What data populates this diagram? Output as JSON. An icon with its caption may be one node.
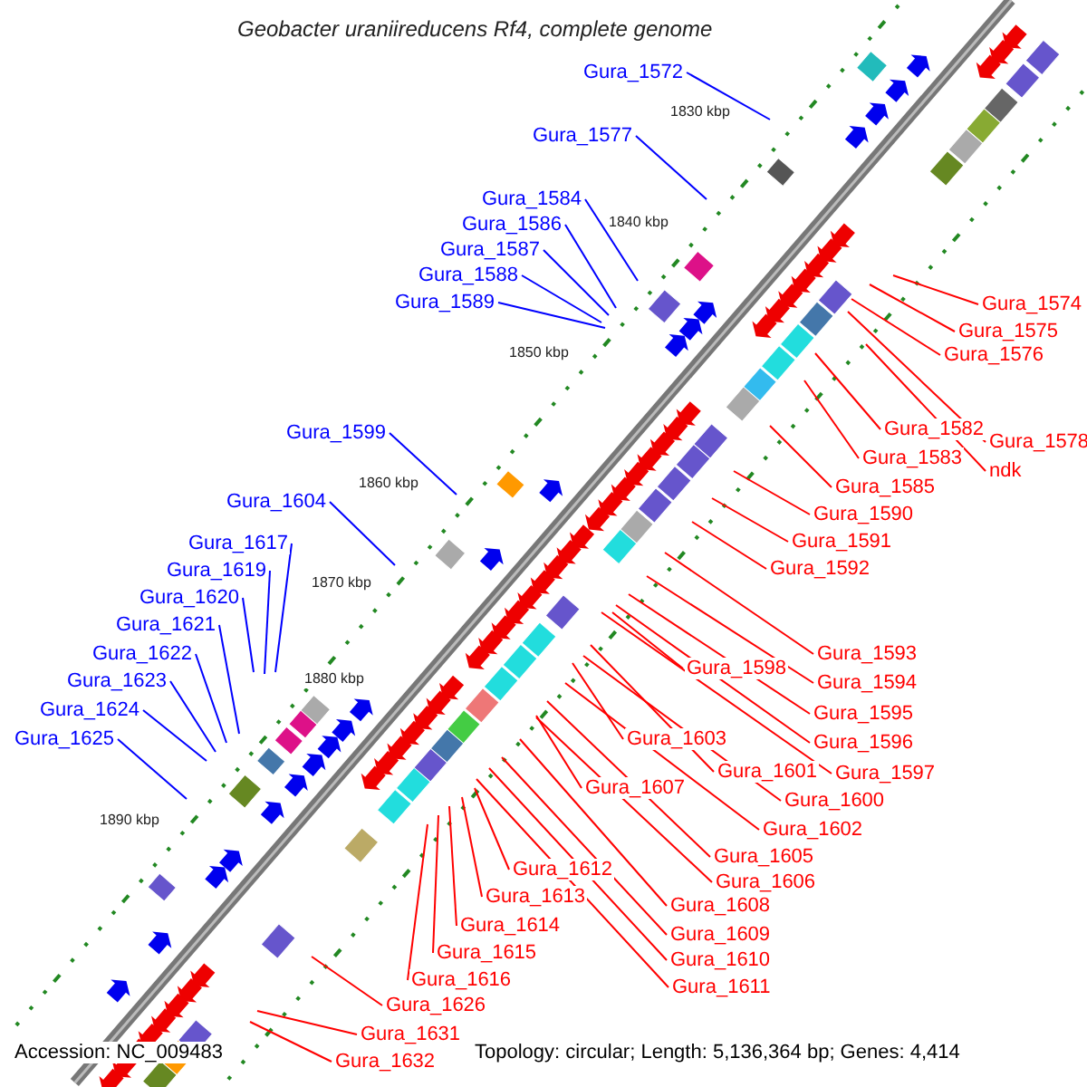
{
  "diagram": {
    "title": "Geobacter uraniireducens Rf4, complete genome",
    "nodes": [
      {
        "text": [
          "Gura_1572"
        ]
      },
      {
        "text": [
          "Gura_1577"
        ]
      },
      {
        "text": [
          "Gura_1584"
        ]
      },
      {
        "text": [
          "Gura_1586"
        ]
      },
      {
        "text": [
          "Gura_1587"
        ]
      },
      {
        "text": [
          "Gura_1588"
        ]
      },
      {
        "text": [
          "Gura_1589"
        ]
      },
      {
        "text": [
          "Gura_1599"
        ]
      },
      {
        "text": [
          "Gura_1604"
        ]
      },
      {
        "text": [
          "Gura_1617"
        ]
      },
      {
        "text": [
          "Gura_1619"
        ]
      },
      {
        "text": [
          "Gura_1620"
        ]
      },
      {
        "text": [
          "Gura_1621"
        ]
      },
      {
        "text": [
          "Gura_1622"
        ]
      },
      {
        "text": [
          "Gura_1623"
        ]
      },
      {
        "text": [
          "Gura_1624"
        ]
      },
      {
        "text": [
          "Gura_1625"
        ]
      },
      {
        "text": [
          "Gura_1574"
        ]
      },
      {
        "text": [
          "Gura_1575"
        ]
      },
      {
        "text": [
          "Gura_1576"
        ]
      },
      {
        "text": [
          "Gura_1582"
        ]
      },
      {
        "text": [
          "Gura_1578"
        ]
      },
      {
        "text": [
          "Gura_1583"
        ]
      },
      {
        "text": [
          "ndk"
        ]
      },
      {
        "text": [
          "Gura_1585"
        ]
      },
      {
        "text": [
          "Gura_1590"
        ]
      },
      {
        "text": [
          "Gura_1591"
        ]
      },
      {
        "text": [
          "Gura_1592"
        ]
      },
      {
        "text": [
          "Gura_1593"
        ]
      },
      {
        "text": [
          "Gura_1598"
        ]
      },
      {
        "text": [
          "Gura_1594"
        ]
      },
      {
        "text": [
          "Gura_1595"
        ]
      },
      {
        "text": [
          "Gura_1603"
        ]
      },
      {
        "text": [
          "Gura_1596"
        ]
      },
      {
        "text": [
          "Gura_1601"
        ]
      },
      {
        "text": [
          "Gura_1597"
        ]
      },
      {
        "text": [
          "Gura_1607"
        ]
      },
      {
        "text": [
          "Gura_1600"
        ]
      },
      {
        "text": [
          "Gura_1602"
        ]
      },
      {
        "text": [
          "Gura_1605"
        ]
      },
      {
        "text": [
          "Gura_1606"
        ]
      },
      {
        "text": [
          "Gura_1612"
        ]
      },
      {
        "text": [
          "Gura_1613"
        ]
      },
      {
        "text": [
          "Gura_1608"
        ]
      },
      {
        "text": [
          "Gura_1614"
        ]
      },
      {
        "text": [
          "Gura_1609"
        ]
      },
      {
        "text": [
          "Gura_1615"
        ]
      },
      {
        "text": [
          "Gura_1610"
        ]
      },
      {
        "text": [
          "Gura_1616"
        ]
      },
      {
        "text": [
          "Gura_1611"
        ]
      },
      {
        "text": [
          "Gura_1626"
        ]
      },
      {
        "text": [
          "Gura_1631"
        ]
      },
      {
        "text": [
          "Gura_1632"
        ]
      }
    ],
    "edges": [
      {
        "from": 0,
        "to": null,
        "arrow": "none",
        "color": "#0000ff"
      },
      {
        "from": 1,
        "to": null,
        "arrow": "none",
        "color": "#0000ff"
      },
      {
        "from": 2,
        "to": null,
        "arrow": "none",
        "color": "#0000ff"
      },
      {
        "from": 3,
        "to": null,
        "arrow": "none",
        "color": "#0000ff"
      },
      {
        "from": 4,
        "to": null,
        "arrow": "none",
        "color": "#0000ff"
      },
      {
        "from": 5,
        "to": null,
        "arrow": "none",
        "color": "#0000ff"
      },
      {
        "from": 6,
        "to": null,
        "arrow": "none",
        "color": "#0000ff"
      },
      {
        "from": 7,
        "to": null,
        "arrow": "none",
        "color": "#0000ff"
      },
      {
        "from": 8,
        "to": null,
        "arrow": "none",
        "color": "#0000ff"
      },
      {
        "from": 9,
        "to": null,
        "arrow": "none",
        "color": "#0000ff"
      },
      {
        "from": 10,
        "to": null,
        "arrow": "none",
        "color": "#0000ff"
      },
      {
        "from": 11,
        "to": null,
        "arrow": "none",
        "color": "#0000ff"
      },
      {
        "from": 12,
        "to": null,
        "arrow": "none",
        "color": "#0000ff"
      },
      {
        "from": 13,
        "to": null,
        "arrow": "none",
        "color": "#0000ff"
      },
      {
        "from": 14,
        "to": null,
        "arrow": "none",
        "color": "#0000ff"
      },
      {
        "from": 15,
        "to": null,
        "arrow": "none",
        "color": "#0000ff"
      },
      {
        "from": 16,
        "to": null,
        "arrow": "none",
        "color": "#0000ff"
      },
      {
        "from": 17,
        "to": null,
        "arrow": "none"
      },
      {
        "from": 18,
        "to": null,
        "arrow": "none"
      },
      {
        "from": 19,
        "to": null,
        "arrow": "none"
      },
      {
        "from": 20,
        "to": null,
        "arrow": "none"
      },
      {
        "from": 21,
        "to": null,
        "arrow": "none"
      },
      {
        "from": 22,
        "to": null,
        "arrow": "none"
      },
      {
        "from": 23,
        "to": null,
        "arrow": "none"
      },
      {
        "from": 24,
        "to": null,
        "arrow": "none"
      },
      {
        "from": 25,
        "to": null,
        "arrow": "none"
      },
      {
        "from": 26,
        "to": null,
        "arrow": "none"
      },
      {
        "from": 27,
        "to": null,
        "arrow": "none"
      },
      {
        "from": 28,
        "to": null,
        "arrow": "none"
      },
      {
        "from": 29,
        "to": null,
        "arrow": "none"
      },
      {
        "from": 30,
        "to": null,
        "arrow": "none"
      },
      {
        "from": 31,
        "to": null,
        "arrow": "none"
      },
      {
        "from": 32,
        "to": null,
        "arrow": "none"
      },
      {
        "from": 33,
        "to": null,
        "arrow": "none"
      },
      {
        "from": 34,
        "to": null,
        "arrow": "none"
      },
      {
        "from": 35,
        "to": null,
        "arrow": "none"
      },
      {
        "from": 36,
        "to": null,
        "arrow": "none"
      },
      {
        "from": 37,
        "to": null,
        "arrow": "none"
      },
      {
        "from": 38,
        "to": null,
        "arrow": "none"
      },
      {
        "from": 39,
        "to": null,
        "arrow": "none"
      },
      {
        "from": 40,
        "to": null,
        "arrow": "none"
      },
      {
        "from": 41,
        "to": null,
        "arrow": "none"
      },
      {
        "from": 42,
        "to": null,
        "arrow": "none"
      },
      {
        "from": 43,
        "to": null,
        "arrow": "none"
      },
      {
        "from": 44,
        "to": null,
        "arrow": "none"
      },
      {
        "from": 45,
        "to": null,
        "arrow": "none"
      },
      {
        "from": 46,
        "to": null,
        "arrow": "none"
      },
      {
        "from": 47,
        "to": null,
        "arrow": "none"
      },
      {
        "from": 48,
        "to": null,
        "arrow": "none"
      },
      {
        "from": 49,
        "to": null,
        "arrow": "none"
      },
      {
        "from": 50,
        "to": null,
        "arrow": "none"
      },
      {
        "from": 51,
        "to": null,
        "arrow": "none"
      },
      {
        "from": 52,
        "to": null,
        "arrow": "none"
      }
    ],
    "labels": [
      "1830 kbp",
      "1840 kbp",
      "1850 kbp",
      "1860 kbp",
      "1870 kbp",
      "1880 kbp",
      "1890 kbp",
      "Accession: NC_009483",
      "Topology: circular; Length: 5,136,364 bp; Genes: 4,414"
    ]
  }
}
